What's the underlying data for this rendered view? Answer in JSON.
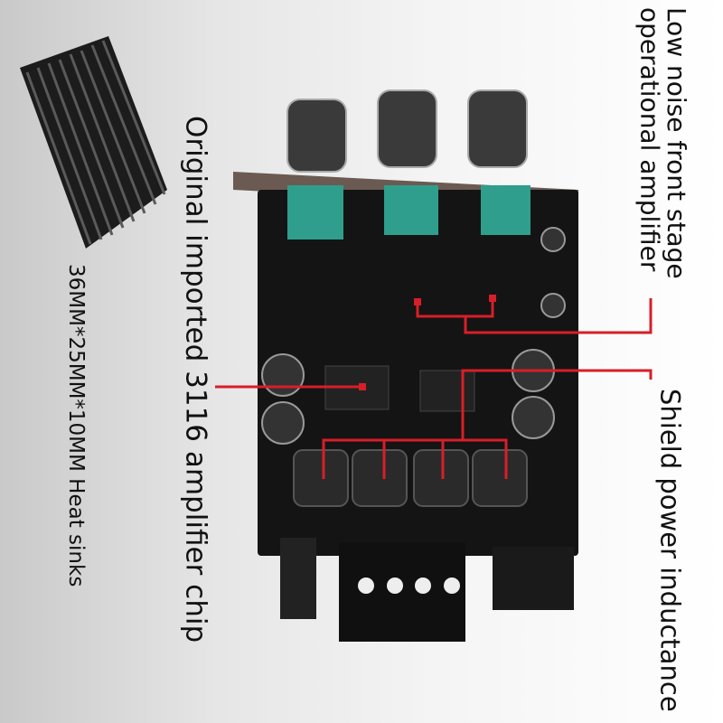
{
  "labels": {
    "heatsink": "36MM*25MM*10MM Heat sinks",
    "chip": "Original imported 3116 amplifier chip",
    "opamp_line1": "Low noise front stage",
    "opamp_line2": "operational amplifier",
    "inductance": "Shield power inductance"
  },
  "colors": {
    "annotation_line": "#d81e28",
    "board": "#141414",
    "potentiometer": "#2f9e8c"
  }
}
